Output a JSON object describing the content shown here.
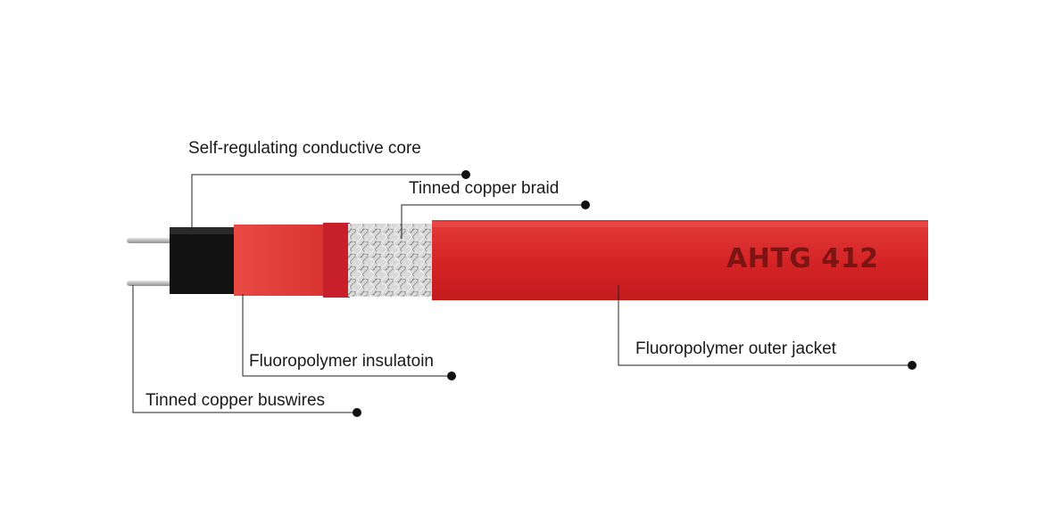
{
  "diagram": {
    "labels": {
      "core": "Self-regulating conductive core",
      "braid": "Tinned copper braid",
      "insulation": "Fluoropolymer insulatoin",
      "buswires": "Tinned copper buswires",
      "jacket": "Fluoropolymer outer jacket"
    },
    "cable_marking": "AHTG 412",
    "colors": {
      "jacket": "#d42325",
      "insulation": "#e8403a",
      "core": "#111111",
      "braid": "#c8c8c8",
      "wire": "#b9b9b9",
      "leader": "#222222"
    }
  }
}
